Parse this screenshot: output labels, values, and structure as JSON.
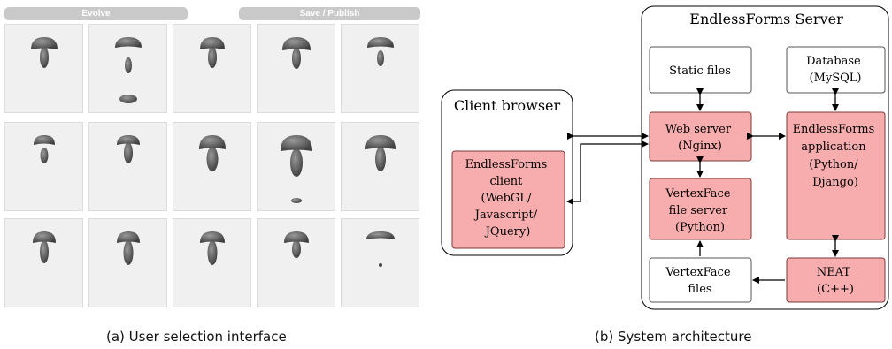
{
  "left_panel": {
    "evolve_button": "Evolve",
    "save_button": "Save / Publish",
    "caption": "(a) User selection interface",
    "mushroom_count": 15
  },
  "right_panel": {
    "caption": "(b) System architecture",
    "client_group_title": "Client browser",
    "server_group_title": "EndlessForms Server",
    "nodes": {
      "client": [
        "EndlessForms",
        "client",
        "(WebGL/",
        "Javascript/",
        "JQuery)"
      ],
      "static": [
        "Static files"
      ],
      "database": [
        "Database",
        "(MySQL)"
      ],
      "webserver": [
        "Web server",
        "(Nginx)"
      ],
      "app": [
        "EndlessForms",
        "application",
        "(Python/",
        "Django)"
      ],
      "vfserver": [
        "VertexFace",
        "file server",
        "(Python)"
      ],
      "vffiles": [
        "VertexFace",
        "files"
      ],
      "neat": [
        "NEAT",
        "(C++)"
      ]
    },
    "colors": {
      "highlight_fill": "#f7adad",
      "highlight_stroke": "#7a3a3a",
      "plain_fill": "#ffffff"
    }
  }
}
